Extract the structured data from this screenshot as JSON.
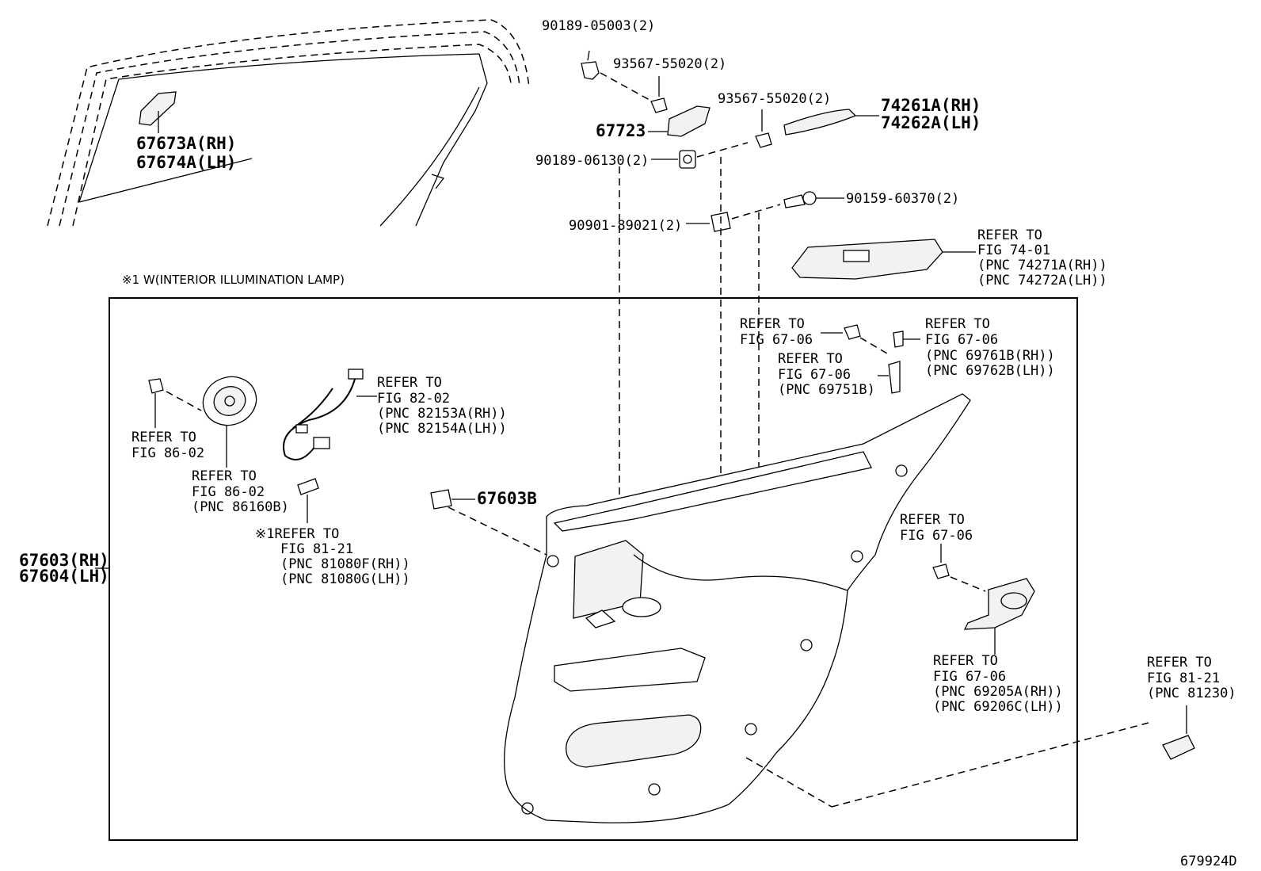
{
  "diagram": {
    "header_note": "※1 W(INTERIOR ILLUMINATION LAMP)",
    "drawing_number": "679924D",
    "labels": {
      "p90189_05003": "90189-05003(2)",
      "p93567_a": "93567-55020(2)",
      "p67723": "67723",
      "p93567_b": "93567-55020(2)",
      "p74261": "74261A(RH)",
      "p74262": "74262A(LH)",
      "p90189_06130": "90189-06130(2)",
      "p90159": "90159-60370(2)",
      "p90901": "90901-89021(2)",
      "p67673": "67673A(RH)",
      "p67674": "67674A(LH)",
      "fig7401_1": "REFER TO",
      "fig7401_2": "FIG 74-01",
      "fig7401_3": "(PNC 74271A(RH))",
      "fig7401_4": "(PNC 74272A(LH))",
      "fig6706a_1": "REFER TO",
      "fig6706a_2": "FIG 67-06",
      "fig6706b_1": "REFER TO",
      "fig6706b_2": "FIG 67-06",
      "fig6706b_3": "(PNC 69761B(RH))",
      "fig6706b_4": "(PNC 69762B(LH))",
      "fig6706c_1": "REFER TO",
      "fig6706c_2": "FIG 67-06",
      "fig6706c_3": "(PNC 69751B)",
      "fig8202_1": "REFER TO",
      "fig8202_2": "FIG 82-02",
      "fig8202_3": "(PNC 82153A(RH))",
      "fig8202_4": "(PNC 82154A(LH))",
      "fig8602a_1": "REFER TO",
      "fig8602a_2": "FIG 86-02",
      "fig8602b_1": "REFER TO",
      "fig8602b_2": "FIG 86-02",
      "fig8602b_3": "(PNC 86160B)",
      "p67603b": "67603B",
      "fig8121a_1": "※1REFER TO",
      "fig8121a_2": "FIG 81-21",
      "fig8121a_3": "(PNC 81080F(RH))",
      "fig8121a_4": "(PNC 81080G(LH))",
      "p67603": "67603(RH)",
      "p67604": "67604(LH)",
      "fig6706d_1": "REFER TO",
      "fig6706d_2": "FIG 67-06",
      "fig6706e_1": "REFER TO",
      "fig6706e_2": "FIG 67-06",
      "fig6706e_3": "(PNC 69205A(RH))",
      "fig6706e_4": "(PNC 69206C(LH))",
      "fig8121b_1": "REFER TO",
      "fig8121b_2": "FIG 81-21",
      "fig8121b_3": "(PNC 81230)"
    }
  }
}
